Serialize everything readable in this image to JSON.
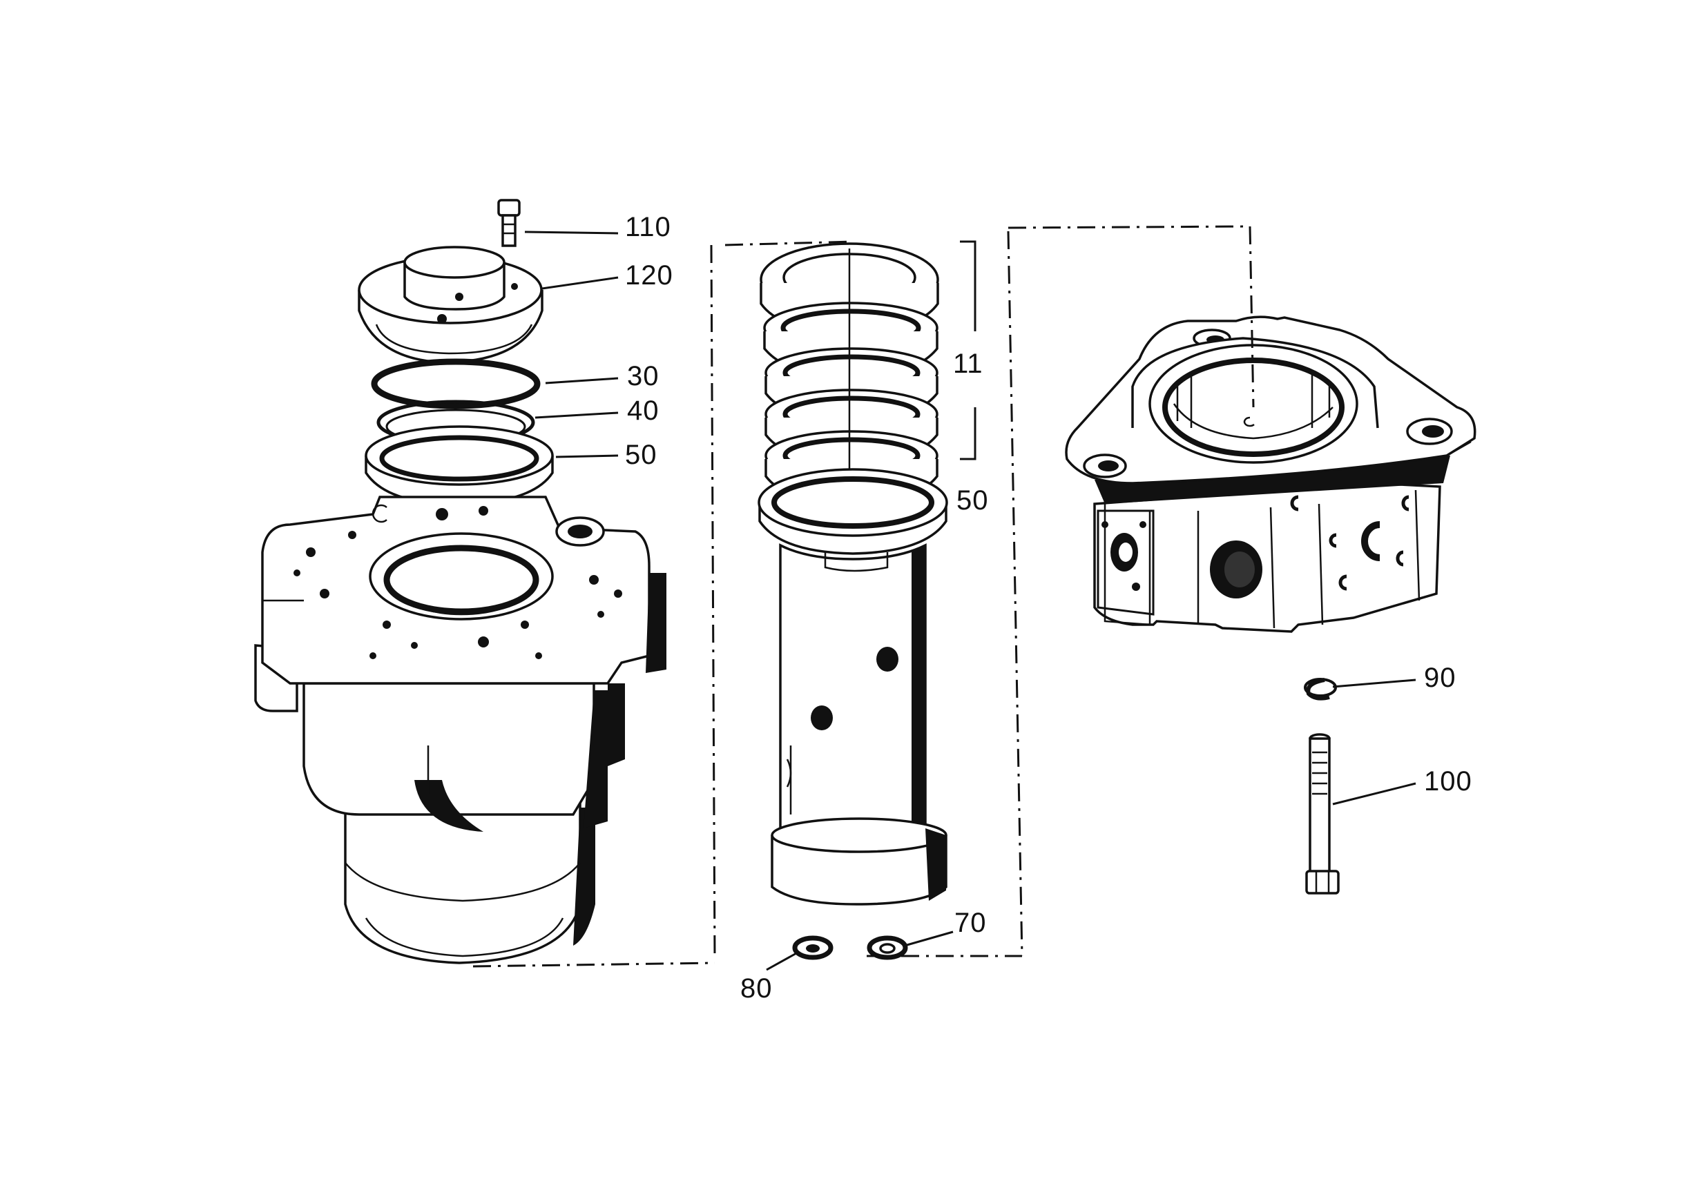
{
  "callouts": [
    {
      "id": "110",
      "text": "110"
    },
    {
      "id": "120",
      "text": "120"
    },
    {
      "id": "30",
      "text": "30"
    },
    {
      "id": "40",
      "text": "40"
    },
    {
      "id": "50a",
      "text": "50"
    },
    {
      "id": "11",
      "text": "11"
    },
    {
      "id": "50b",
      "text": "50"
    },
    {
      "id": "90",
      "text": "90"
    },
    {
      "id": "100",
      "text": "100"
    },
    {
      "id": "70",
      "text": "70"
    },
    {
      "id": "80",
      "text": "80"
    }
  ]
}
